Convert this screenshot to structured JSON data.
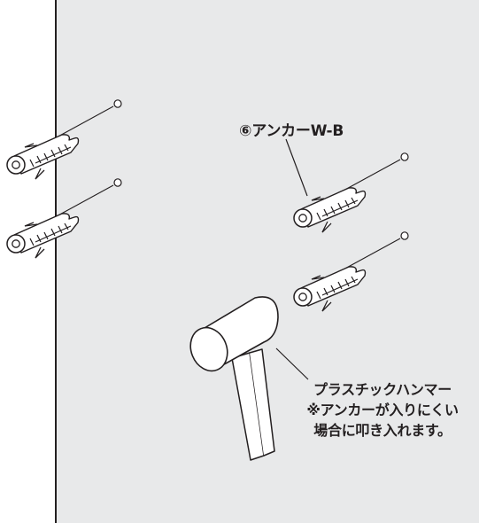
{
  "colors": {
    "wall": "#e8e9ea",
    "line": "#231f20",
    "part_fill": "#ffffff"
  },
  "labels": {
    "anchor": "⑥アンカーW-B",
    "hammer_name": "プラスチックハンマー",
    "hammer_note_line1": "※アンカーが入りにくい",
    "hammer_note_line2": "場合に叩き入れます。"
  },
  "parts": [
    {
      "kind": "anchor-icon",
      "count": 4
    },
    {
      "kind": "hammer-icon",
      "count": 1
    }
  ]
}
